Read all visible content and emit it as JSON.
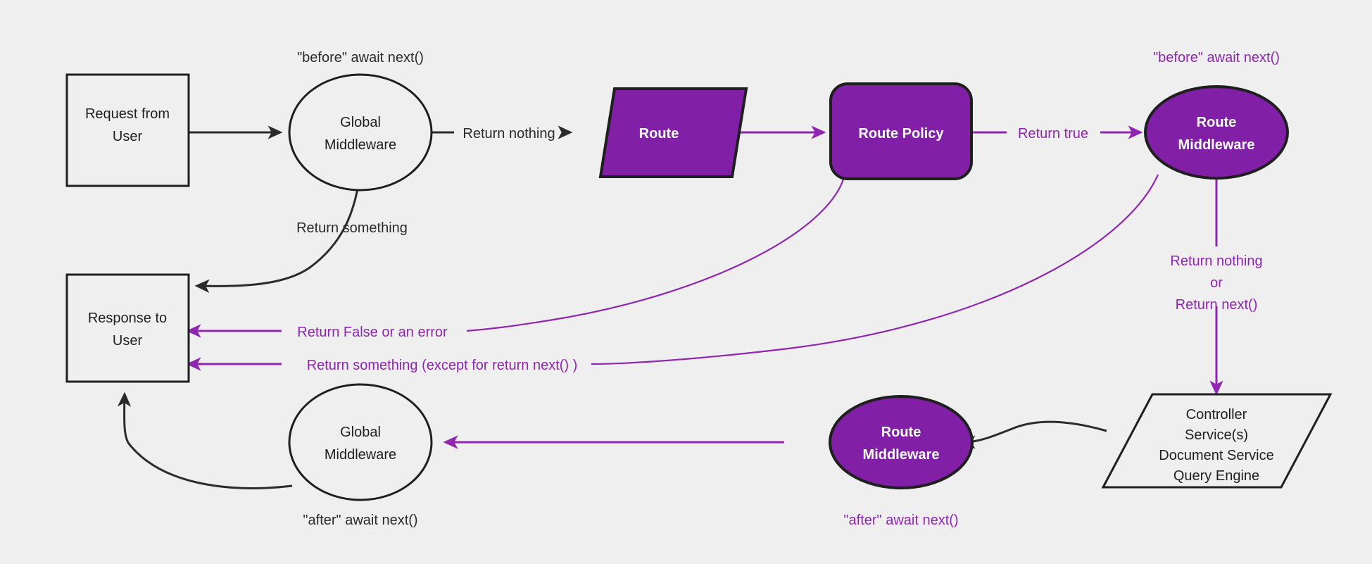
{
  "diagram": {
    "title": "Middleware request lifecycle flow",
    "background_color": "#efefef",
    "accent_color": "#8120a7",
    "accent_line_color": "#8f25b0",
    "outline_color": "#1f1f1f",
    "nodes": {
      "request_from_user": {
        "line1": "Request from",
        "line2": "User",
        "shape": "rectangle",
        "style": "light"
      },
      "global_middleware_top": {
        "line1": "Global",
        "line2": "Middleware",
        "shape": "ellipse",
        "style": "light"
      },
      "route": {
        "line1": "Route",
        "shape": "parallelogram",
        "style": "purple"
      },
      "route_policy": {
        "line1": "Route Policy",
        "shape": "rounded-rectangle",
        "style": "purple"
      },
      "route_middleware_top": {
        "line1": "Route",
        "line2": "Middleware",
        "shape": "ellipse",
        "style": "purple"
      },
      "controller_stack": {
        "lines": [
          "Controller",
          "Service(s)",
          "Document Service",
          "Query Engine"
        ],
        "shape": "parallelogram",
        "style": "light"
      },
      "route_middleware_bottom": {
        "line1": "Route",
        "line2": "Middleware",
        "shape": "ellipse",
        "style": "purple"
      },
      "global_middleware_bottom": {
        "line1": "Global",
        "line2": "Middleware",
        "shape": "ellipse",
        "style": "light"
      },
      "response_to_user": {
        "line1": "Response to",
        "line2": "User",
        "shape": "rectangle",
        "style": "light"
      }
    },
    "annotations": {
      "before_await_next_black": "\"before\" await next()",
      "before_await_next_purple": "\"before\" await next()",
      "after_await_next_black": "\"after\" await next()",
      "after_await_next_purple": "\"after\" await next()"
    },
    "edge_labels": {
      "return_nothing": "Return nothing",
      "return_something": "Return something",
      "return_true": "Return true",
      "return_false_or_error": "Return False or an error",
      "return_something_except": "Return something (except for return next() )",
      "return_nothing_or_1": "Return nothing",
      "return_nothing_or_2": "or",
      "return_nothing_or_3": "Return next()"
    }
  }
}
